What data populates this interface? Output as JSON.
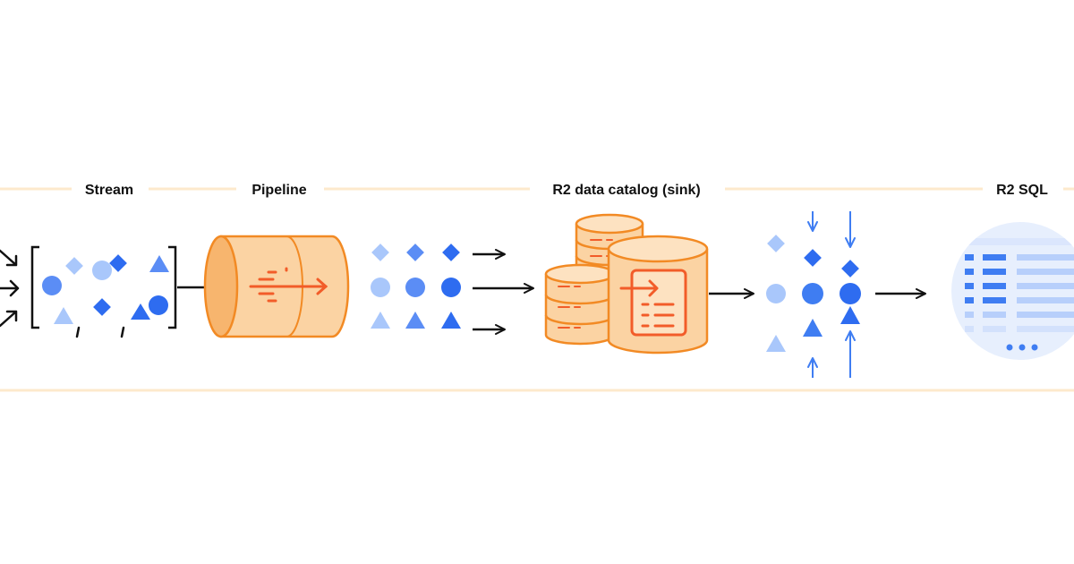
{
  "stages": {
    "stream": "Stream",
    "pipeline": "Pipeline",
    "catalog": "R2 data catalog (sink)",
    "sql": "R2 SQL"
  },
  "colors": {
    "band": "#fde9cc",
    "shape_light": "#a9c7fb",
    "shape_mid": "#5b8df5",
    "shape_dark": "#2e6cf0",
    "orange_fill": "#fbd3a3",
    "orange_stroke": "#f28a24",
    "orange_accent": "#f25c29",
    "arrow": "#111111",
    "table_bg": "#e7effd",
    "table_bar_light": "#b7cffb",
    "table_bar_dark": "#3f7df2"
  }
}
